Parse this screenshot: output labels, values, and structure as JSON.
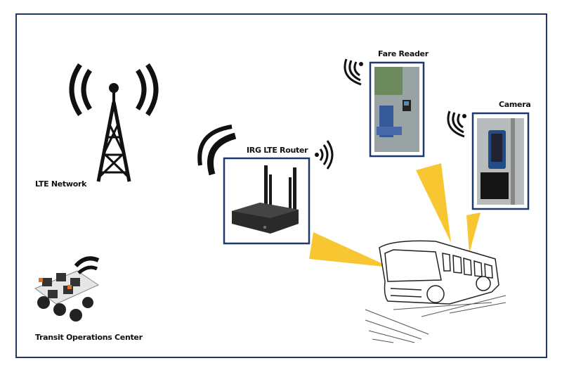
{
  "labels": {
    "lte_network": "LTE Network",
    "transit_center": "Transit Operations Center",
    "router": "IRG LTE Router",
    "fare_reader": "Fare Reader",
    "camera": "Camera"
  },
  "colors": {
    "frame": "#1f3a6a",
    "beam": "#f8c630",
    "icon": "#111111"
  },
  "icons": [
    "cell-tower-icon",
    "operations-center-icon",
    "router-photo",
    "fare-reader-photo",
    "camera-photo",
    "bus-icon",
    "wifi-signal-icon"
  ]
}
